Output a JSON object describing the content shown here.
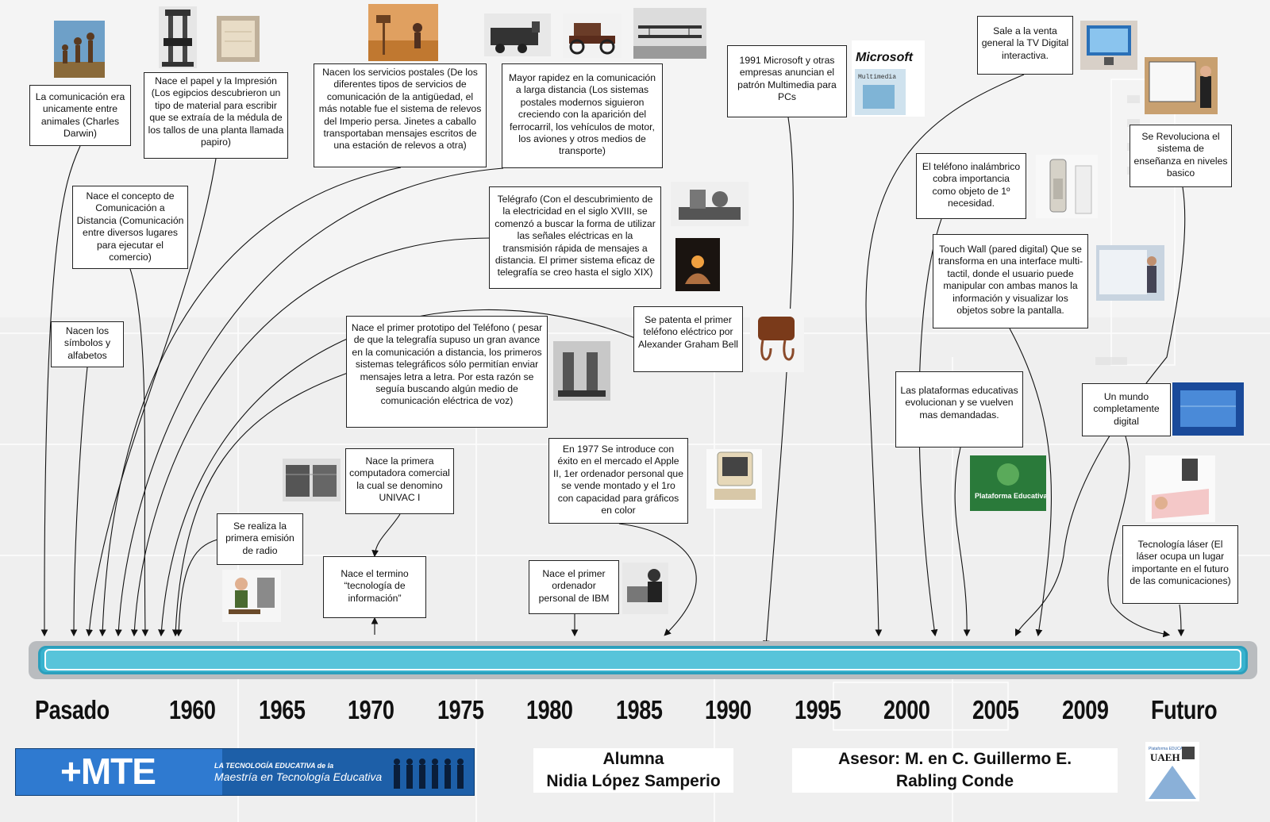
{
  "timeline": {
    "labels": [
      "Pasado",
      "1960",
      "1965",
      "1970",
      "1975",
      "1980",
      "1985",
      "1990",
      "1995",
      "2000",
      "2005",
      "2009",
      "Futuro"
    ]
  },
  "events": [
    {
      "id": "darwin",
      "text": "La comunicación era unicamente entre animales (Charles Darwin)"
    },
    {
      "id": "papiro",
      "text": "Nace el papel y la Impresión (Los egipcios descubrieron un tipo de material para escribir que se extraía de la médula de los tallos de una planta llamada papiro)"
    },
    {
      "id": "postal",
      "text": "Nacen los servicios postales (De los diferentes tipos de servicios de comunicación de la antigüedad, el más notable fue el sistema de relevos del Imperio persa. Jinetes a caballo transportaban mensajes escritos de una estación de relevos a otra)"
    },
    {
      "id": "rapidez",
      "text": "Mayor rapidez en la comunicación a larga distancia (Los sistemas postales modernos siguieron creciendo con la aparición del ferrocarril, los vehículos de motor, los aviones y otros medios de transporte)"
    },
    {
      "id": "microsoft",
      "text": "1991 Microsoft y otras empresas anuncian el patrón Multimedia para PCs"
    },
    {
      "id": "tvdigital",
      "text": "Sale a la venta general la TV Digital interactiva."
    },
    {
      "id": "distancia",
      "text": "Nace el concepto de Comunicación a Distancia (Comunicación entre diversos lugares para ejecutar el comercio)"
    },
    {
      "id": "telegrafo",
      "text": "Telégrafo (Con el descubrimiento de la electricidad en el siglo XVIII, se comenzó a buscar la forma de utilizar las señales eléctricas en la transmisión rápida de mensajes a distancia. El primer sistema eficaz de telegrafía se creo hasta el siglo XIX)"
    },
    {
      "id": "inalambrico",
      "text": "El teléfono inalámbrico cobra importancia como objeto de 1º necesidad."
    },
    {
      "id": "ensenanza",
      "text": "Se Revoluciona el sistema de enseñanza en niveles basico"
    },
    {
      "id": "touchwall",
      "text": "Touch Wall (pared digital) Que se transforma en una interface multi-tactil, donde el usuario puede manipular con ambas manos la información y visualizar los objetos sobre la pantalla."
    },
    {
      "id": "simbolos",
      "text": "Nacen los símbolos y alfabetos"
    },
    {
      "id": "bell",
      "text": "Se patenta el primer teléfono eléctrico por Alexander Graham Bell"
    },
    {
      "id": "prototipo",
      "text": "Nace el primer prototipo del Teléfono ( pesar de que la telegrafía supuso un gran avance en la comunicación a distancia, los primeros sistemas telegráficos sólo permitían enviar mensajes letra a letra. Por esta razón se seguía buscando algún medio de comunicación eléctrica de voz)"
    },
    {
      "id": "plataformas",
      "text": "Las plataformas educativas evolucionan y se vuelven mas demandadas."
    },
    {
      "id": "digital",
      "text": "Un mundo completamente digital"
    },
    {
      "id": "univac",
      "text": "Nace la primera computadora comercial la cual se denomino UNIVAC I"
    },
    {
      "id": "apple",
      "text": "En 1977 Se introduce con éxito en el mercado el Apple II, 1er ordenador personal que se vende montado y el 1ro con capacidad para gráficos en color"
    },
    {
      "id": "radio",
      "text": "Se realiza la primera emisión de radio"
    },
    {
      "id": "ti",
      "text": "Nace el termino “tecnología de información”"
    },
    {
      "id": "ibm",
      "text": "Nace el primer ordenador personal de IBM"
    },
    {
      "id": "laser",
      "text": "Tecnología láser (El láser ocupa un lugar importante en el futuro de las comunicaciones)"
    }
  ],
  "logos": {
    "microsoft": "Microsoft",
    "multimedia": "Multimedia",
    "plataforma": "Plataforma Educativa",
    "uaeh_small": "Plataforma EDUCATIVA",
    "uaeh": "UAEH"
  },
  "banner": {
    "mte": "+MTE",
    "line1": "LA TECNOLOGÍA EDUCATIVA de la",
    "line2": "Maestría en Tecnología Educativa"
  },
  "footer": {
    "alumna_label": "Alumna",
    "alumna_name": "Nidia López Samperio",
    "asesor_line1": "Asesor: M. en C. Guillermo E.",
    "asesor_line2": "Rabling Conde"
  },
  "colors": {
    "timeline_fill": "#38b3cf",
    "timeline_border": "#b9bcbf",
    "banner_blue": "#1d5fa8"
  }
}
